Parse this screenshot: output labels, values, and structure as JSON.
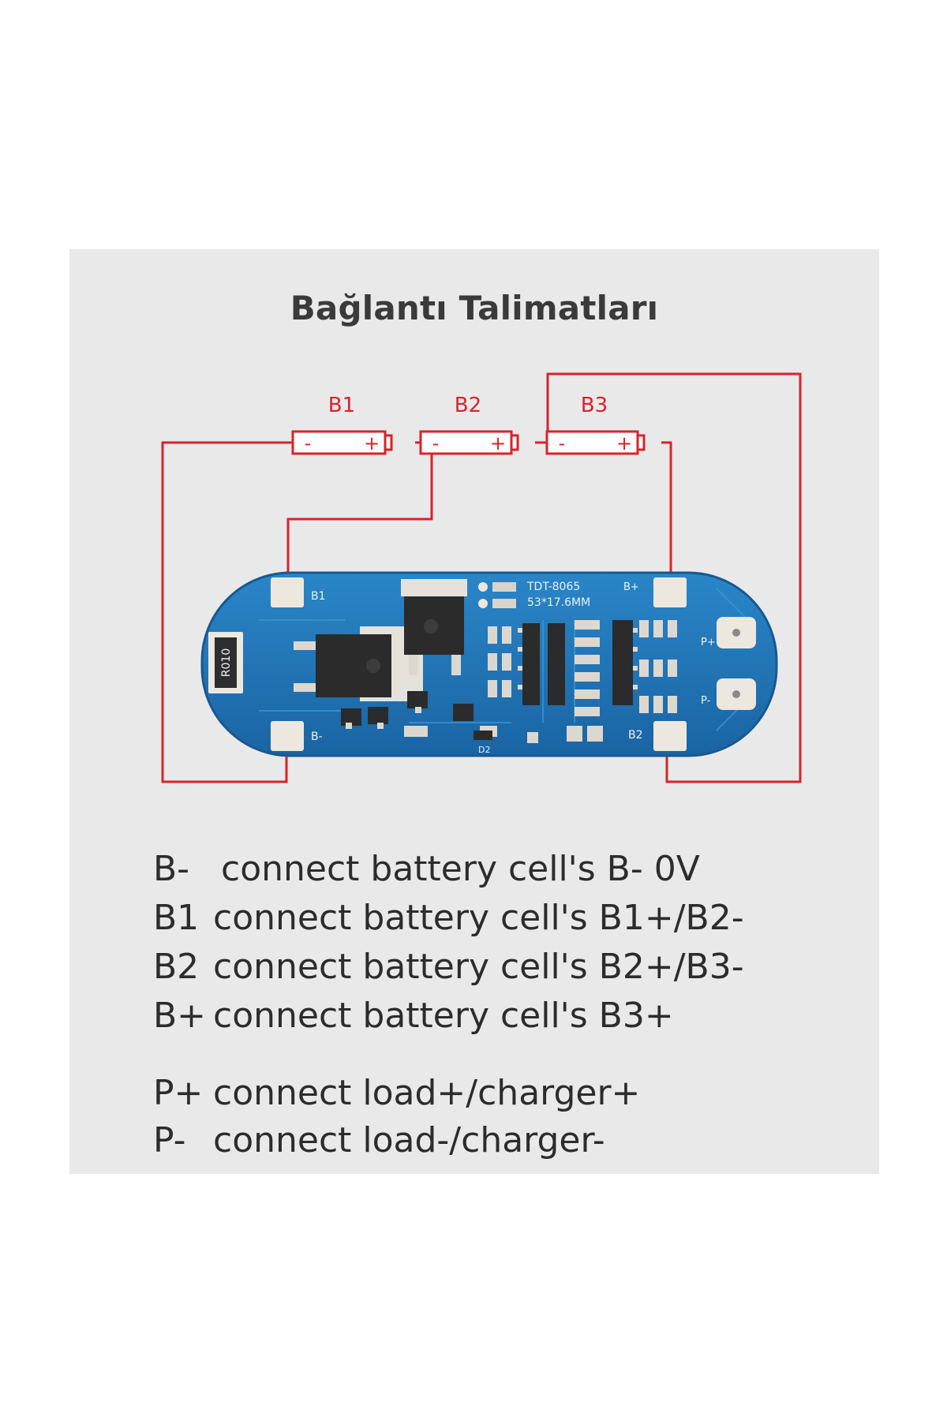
{
  "title": "Bağlantı Talimatları",
  "colors": {
    "panel_bg": "#e9e9ea",
    "wire": "#d8232a",
    "pcb": "#1f75b6",
    "pad": "#ece7df"
  },
  "cells": [
    {
      "label": "B1",
      "minus": "-",
      "plus": "+"
    },
    {
      "label": "B2",
      "minus": "-",
      "plus": "+"
    },
    {
      "label": "B3",
      "minus": "-",
      "plus": "+"
    }
  ],
  "board": {
    "silkscreen_model": "TDT-8065",
    "silkscreen_size": "53*17.6MM",
    "resistor_label": "R010",
    "pad_labels": {
      "b1": "B1",
      "b_minus": "B-",
      "b_plus": "B+",
      "b2": "B2",
      "p_plus": "P+",
      "p_minus": "P-",
      "d2": "D2"
    }
  },
  "connections": [
    {
      "pin": "B-",
      "text": "connect battery cell's B- 0V"
    },
    {
      "pin": "B1",
      "text": "connect battery cell's B1+/B2-"
    },
    {
      "pin": "B2",
      "text": "connect battery cell's B2+/B3-"
    },
    {
      "pin": "B+",
      "text": "connect battery cell's B3+"
    }
  ],
  "load": [
    {
      "pin": "P+",
      "text": "connect load+/charger+"
    },
    {
      "pin": "P-",
      "text": "connect load-/charger-"
    }
  ]
}
